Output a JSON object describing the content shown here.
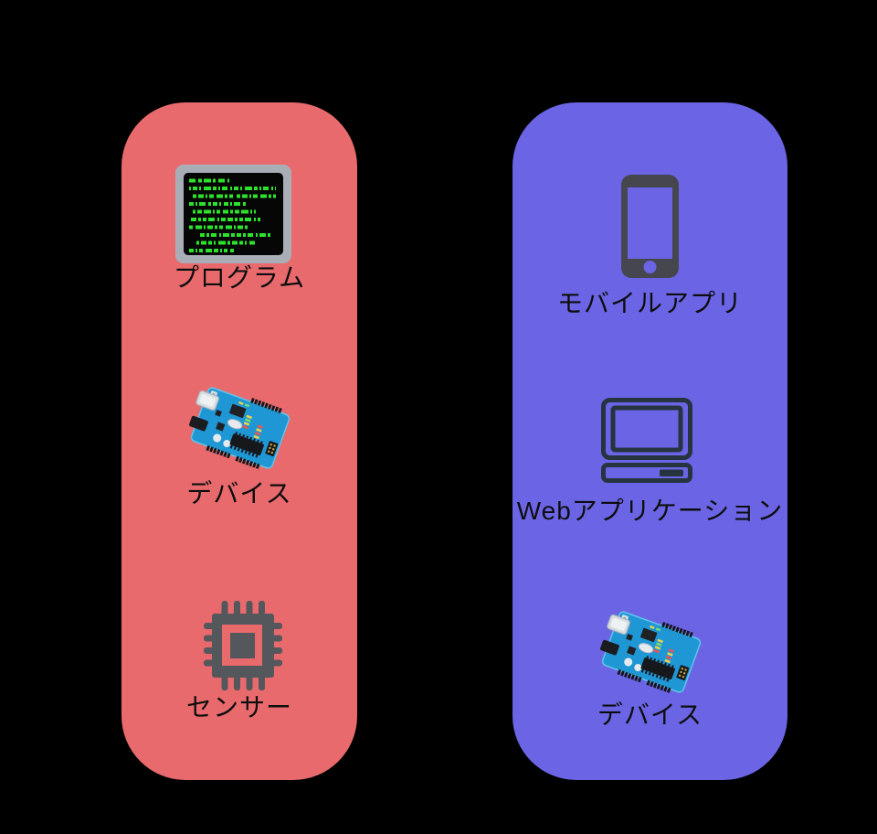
{
  "canvas": {
    "background": "#000000"
  },
  "left_panel": {
    "background": "#e86a6d",
    "items": [
      {
        "icon": "terminal-program-icon",
        "label": "プログラム"
      },
      {
        "icon": "arduino-board-icon",
        "label": "デバイス"
      },
      {
        "icon": "chip-sensor-icon",
        "label": "センサー"
      }
    ]
  },
  "right_panel": {
    "background": "#6b65e5",
    "items": [
      {
        "icon": "smartphone-icon",
        "label": "モバイルアプリ"
      },
      {
        "icon": "desktop-computer-icon",
        "label": "Webアプリケーション"
      },
      {
        "icon": "arduino-board-icon",
        "label": "デバイス"
      }
    ]
  },
  "icon_colors": {
    "terminal_frame": "#a9aeb6",
    "terminal_screen": "#060606",
    "terminal_code_green": "#2ce32c",
    "arduino_board_blue": "#1f97d5",
    "smartphone_gray": "#46464e",
    "computer_navy": "#263440",
    "chip_gray": "#54575c"
  }
}
